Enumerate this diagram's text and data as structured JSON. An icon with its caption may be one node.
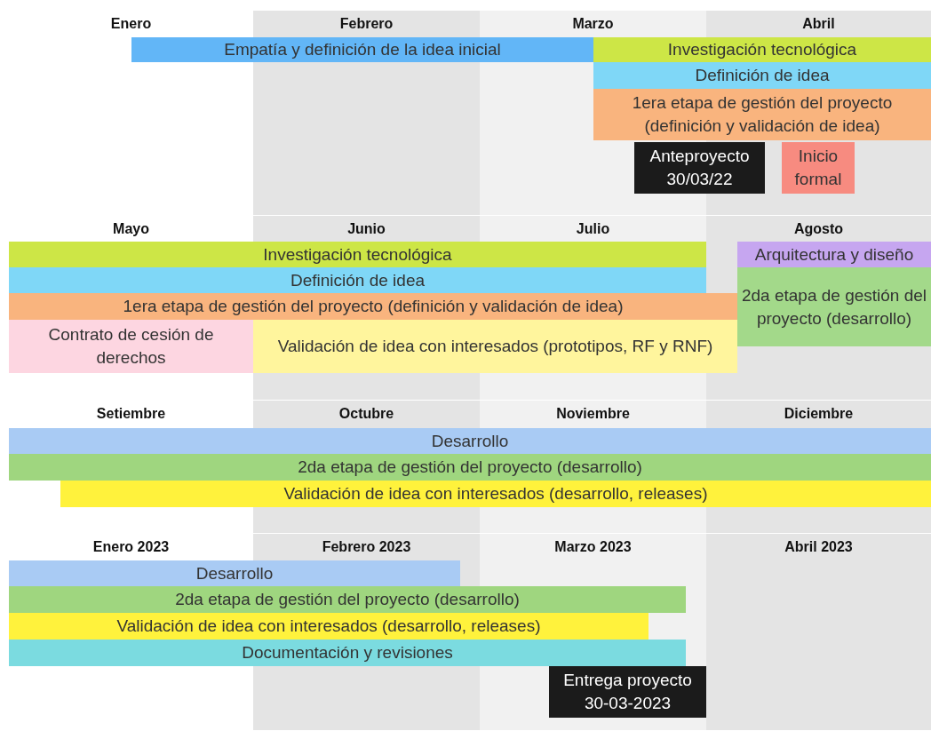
{
  "diagram": {
    "nodes": [
      {
        "text": [
          "Empatía y definición de la idea inicial"
        ]
      },
      {
        "text": [
          "Investigación tecnológica"
        ]
      },
      {
        "text": [
          "Definición de idea"
        ]
      },
      {
        "text": [
          "1era etapa de gestión del proyecto (definición y validación de idea)"
        ]
      },
      {
        "text": [
          "Anteproyecto 30/03/22"
        ]
      },
      {
        "text": [
          "Inicio formal"
        ]
      },
      {
        "text": [
          "Investigación tecnológica"
        ]
      },
      {
        "text": [
          "Definición de idea"
        ]
      },
      {
        "text": [
          "1era etapa de gestión del proyecto (definición y validación de idea)"
        ]
      },
      {
        "text": [
          "Contrato de cesión de derechos"
        ]
      },
      {
        "text": [
          "Validación de idea con interesados (prototipos, RF y RNF)"
        ]
      },
      {
        "text": [
          "Arquitectura y diseño"
        ]
      },
      {
        "text": [
          "2da etapa de gestión del proyecto (desarrollo)"
        ]
      },
      {
        "text": [
          "Desarrollo"
        ]
      },
      {
        "text": [
          "2da etapa de gestión del proyecto (desarrollo)"
        ]
      },
      {
        "text": [
          "Validación de idea con interesados (desarrollo, releases)"
        ]
      },
      {
        "text": [
          "Desarrollo"
        ]
      },
      {
        "text": [
          "2da etapa de gestión del proyecto (desarrollo)"
        ]
      },
      {
        "text": [
          "Validación de idea con interesados (desarrollo, releases)"
        ]
      },
      {
        "text": [
          "Documentación y revisiones"
        ]
      },
      {
        "text": [
          "Entrega proyecto 30-03-2023"
        ]
      }
    ],
    "labels": [
      "Enero",
      "Febrero",
      "Marzo",
      "Abril",
      "Mayo",
      "Junio",
      "Julio",
      "Agosto",
      "Setiembre",
      "Octubre",
      "Noviembre",
      "Diciembre",
      "Enero 2023",
      "Febrero 2023",
      "Marzo 2023",
      "Abril 2023"
    ]
  }
}
